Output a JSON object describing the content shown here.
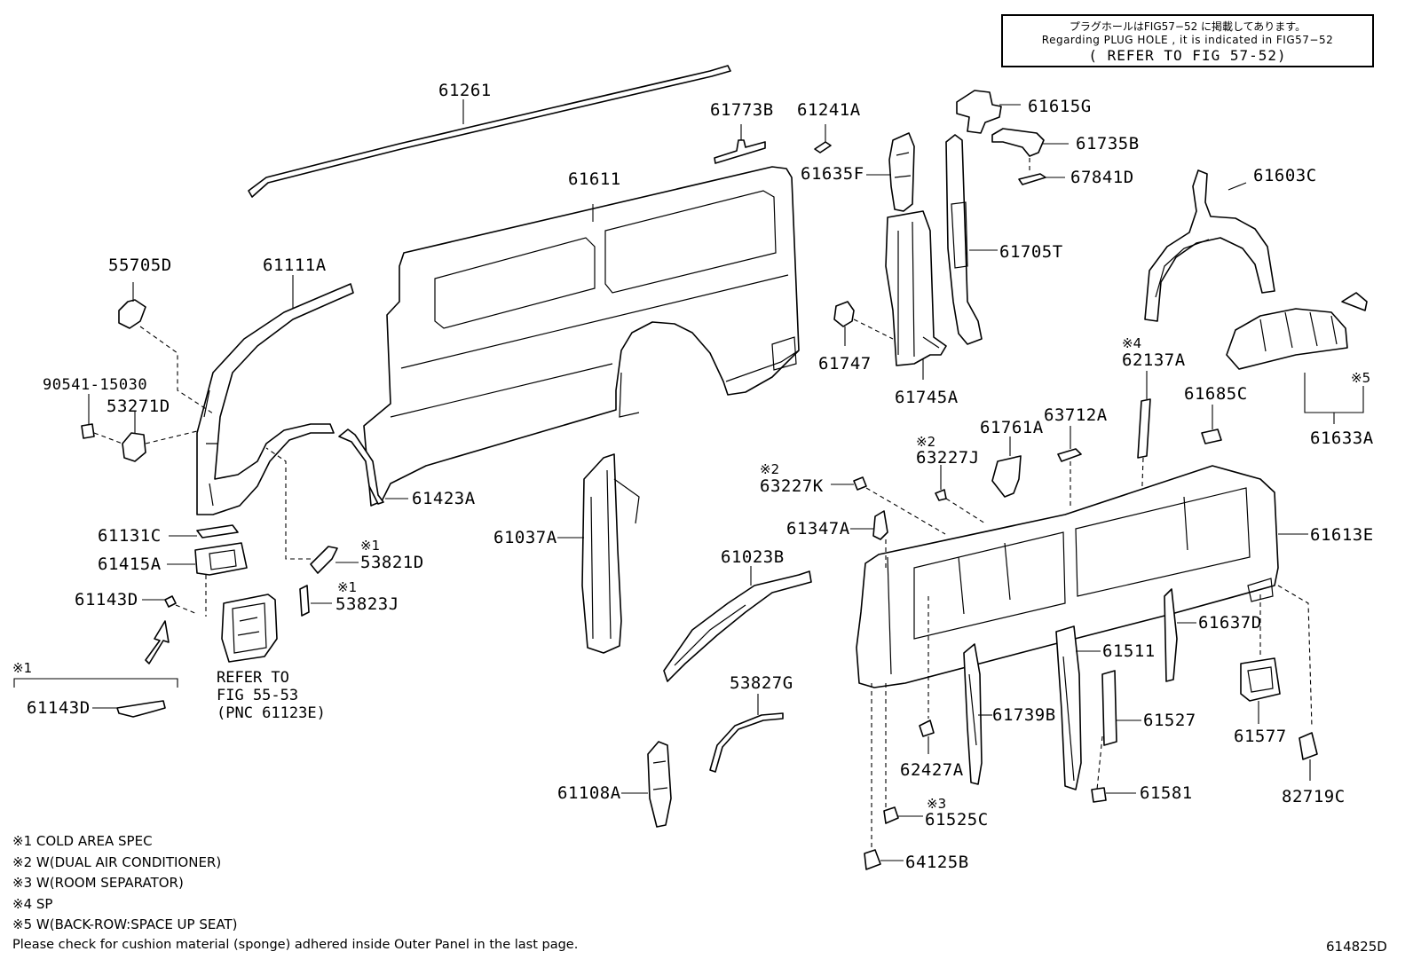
{
  "note_box": {
    "line1": "プラグホールはFIG57−52 に掲載してあります。",
    "line2": "Regarding  PLUG HOLE , it is  indicated  in  FIG57−52",
    "line3": "( REFER TO FIG 57-52)"
  },
  "parts": {
    "p61261": "61261",
    "p61611": "61611",
    "p61773B": "61773B",
    "p61241A": "61241A",
    "p61615G": "61615G",
    "p61735B": "61735B",
    "p67841D": "67841D",
    "p61635F": "61635F",
    "p61603C": "61603C",
    "p61705T": "61705T",
    "p55705D": "55705D",
    "p61111A": "61111A",
    "p90541": "90541-15030",
    "p53271D": "53271D",
    "p61747": "61747",
    "p61745A": "61745A",
    "p62137A": "62137A",
    "p61685C": "61685C",
    "p61633A": "61633A",
    "p61761A": "61761A",
    "p63712A": "63712A",
    "p63227J": "63227J",
    "p63227K": "63227K",
    "p61423A": "61423A",
    "p61037A": "61037A",
    "p61347A": "61347A",
    "p61613E": "61613E",
    "p61131C": "61131C",
    "p61415A": "61415A",
    "p53821D": "53821D",
    "p61143D": "61143D",
    "p53823J": "53823J",
    "p61023B": "61023B",
    "p61637D": "61637D",
    "p61511": "61511",
    "p61143D_b": "61143D",
    "p53827G": "53827G",
    "p61739B": "61739B",
    "p61527": "61527",
    "p61577": "61577",
    "p62427A": "62427A",
    "p82719C": "82719C",
    "p61108A": "61108A",
    "p61581": "61581",
    "p61525C": "61525C",
    "p64125B": "64125B"
  },
  "marks": {
    "m1a": "※1",
    "m1b": "※1",
    "m1c": "※1",
    "m2a": "※2",
    "m2b": "※2",
    "m3": "※3",
    "m4": "※4",
    "m5": "※5"
  },
  "refer": "REFER TO\nFIG 55-53\n(PNC 61123E)",
  "legend": [
    "※1 COLD AREA SPEC",
    "※2 W(DUAL AIR CONDITIONER)",
    "※3 W(ROOM SEPARATOR)",
    "※4 SP",
    "※5 W(BACK-ROW:SPACE UP SEAT)"
  ],
  "footer_note": "Please check for cushion material (sponge) adhered inside Outer Panel in the last page.",
  "fig_code": "614825D"
}
